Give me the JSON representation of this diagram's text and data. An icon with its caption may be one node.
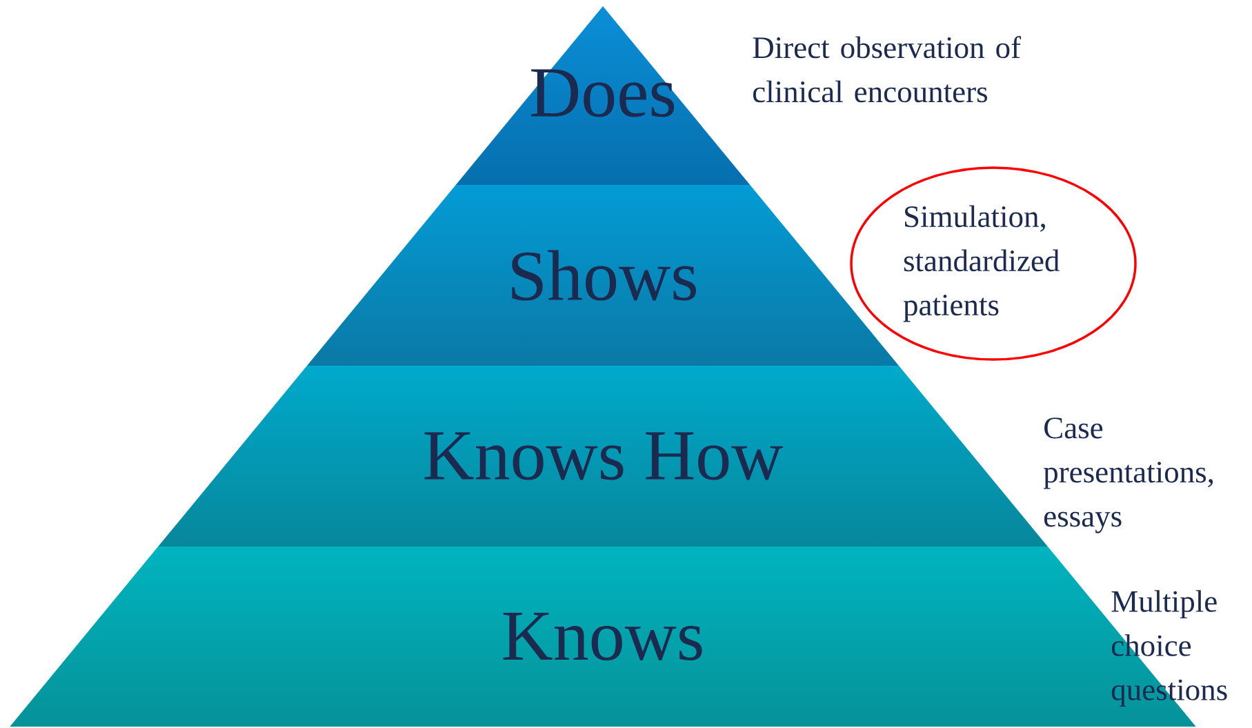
{
  "diagram": {
    "nodes": [
      {
        "text": [
          "Does"
        ],
        "beside": [
          "Direct observation of clinical encounters"
        ]
      },
      {
        "text": [
          "Shows"
        ]
      },
      {
        "text": [
          "Simulation, standardized patients"
        ]
      },
      {
        "text": [
          "Knows How"
        ]
      },
      {
        "text": [
          "Knows"
        ]
      }
    ],
    "labels": [
      "Case presentations, essays",
      "Multiple choice questions"
    ]
  }
}
